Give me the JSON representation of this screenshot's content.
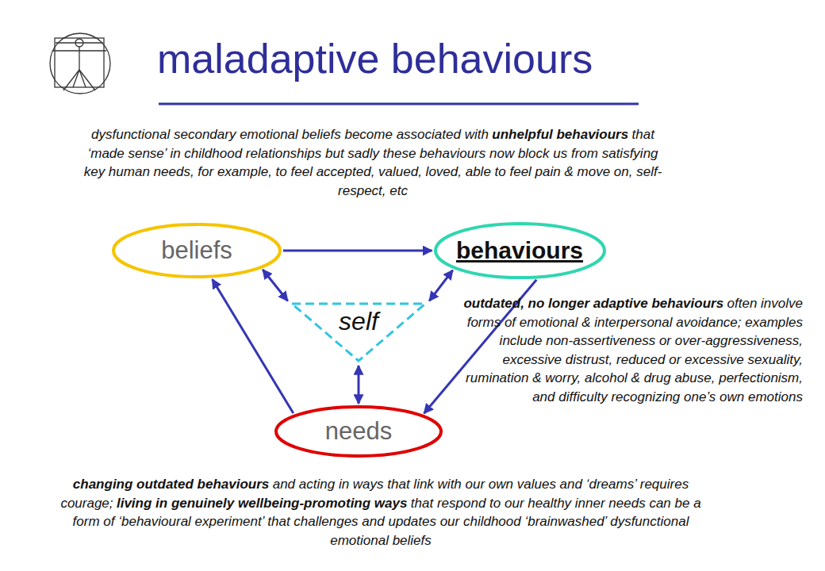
{
  "diagram": {
    "title": "maladaptive behaviours",
    "nodes": [
      {
        "text": [
          "beliefs"
        ]
      },
      {
        "text": [
          "behaviours"
        ]
      },
      {
        "text": [
          "self"
        ]
      },
      {
        "text": [
          "needs"
        ]
      }
    ],
    "edges": [
      {
        "from": 0,
        "to": 1,
        "arrow": "to"
      },
      {
        "from": 1,
        "to": 3,
        "arrow": "to"
      },
      {
        "from": 3,
        "to": 0,
        "arrow": "to"
      },
      {
        "from": 2,
        "to": 0,
        "arrow": "both"
      },
      {
        "from": 2,
        "to": 1,
        "arrow": "both"
      },
      {
        "from": 2,
        "to": 3,
        "arrow": "both"
      }
    ],
    "labels": [
      "dysfunctional secondary emotional beliefs become associated with",
      "unhelpful behaviours",
      "that ‘made sense’ in childhood relationships but sadly these behaviours now block us from satisfying key human needs, for example, to feel accepted, valued, loved, able to feel pain & move on, self-respect, etc",
      "outdated, no longer adaptive behaviours",
      "often involve forms of emotional & interpersonal avoidance; examples include non-assertiveness or over-aggressiveness, excessive distrust, reduced or excessive sexuality, rumination & worry, alcohol & drug abuse, perfectionism, and difficulty recognizing one’s own emotions",
      "changing outdated behaviours",
      "and acting in ways that link with our own values and ‘dreams’ requires courage;",
      "living in genuinely wellbeing-promoting ways",
      "that respond to our healthy inner needs can be a form of ‘behavioural experiment’ that challenges and updates our childhood ‘brainwashed’ dysfunctional emotional beliefs"
    ]
  }
}
